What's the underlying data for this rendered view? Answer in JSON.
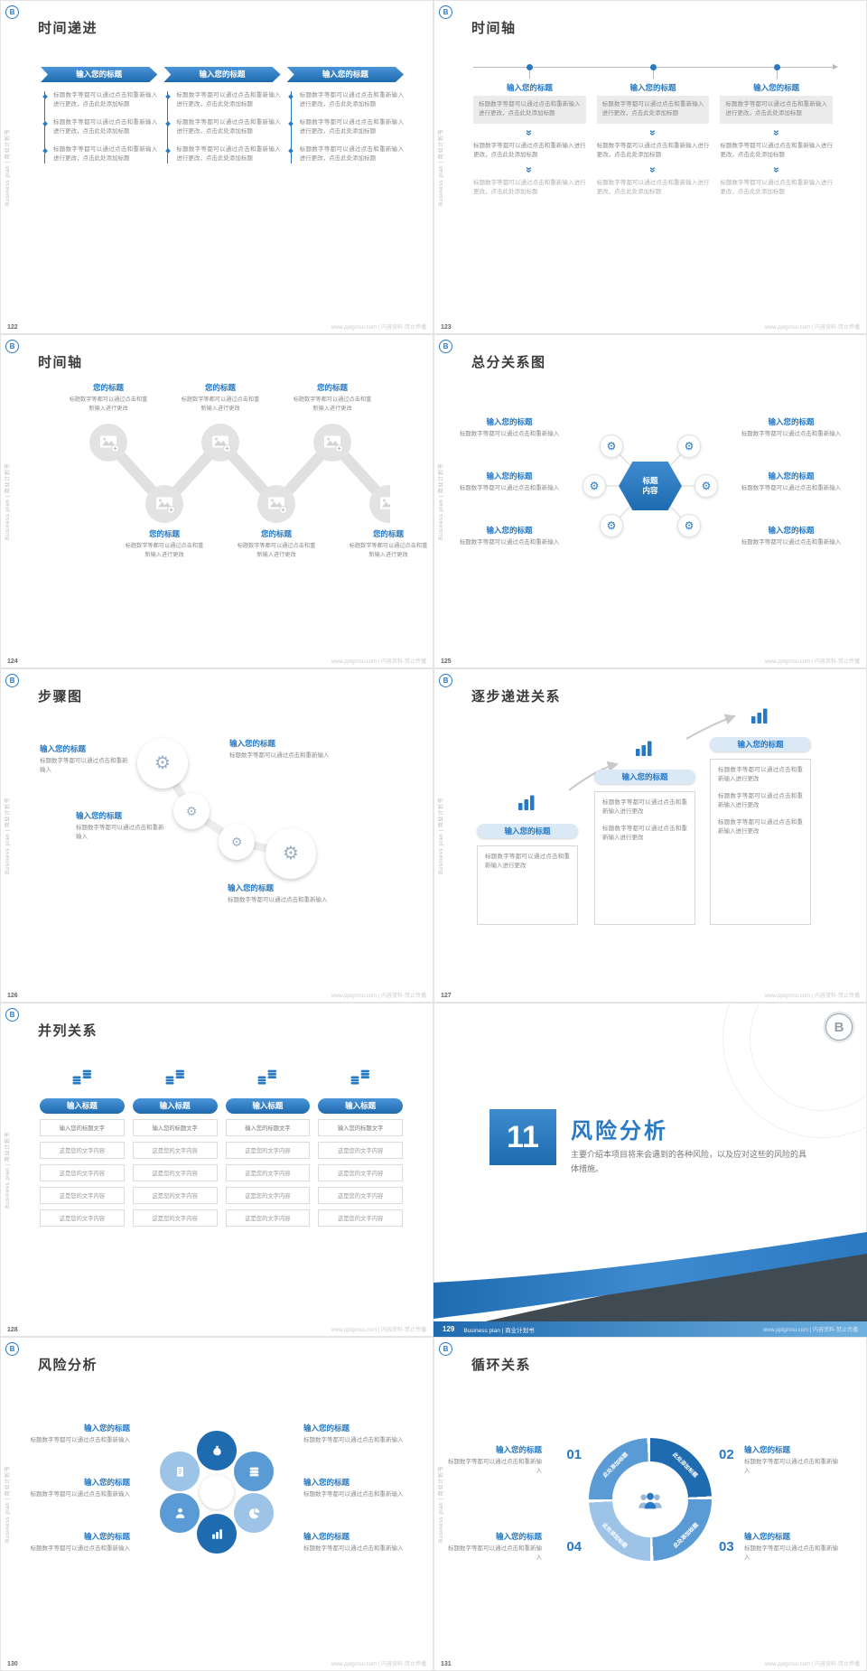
{
  "colors": {
    "accent": "#2779c4",
    "accent_dark": "#1f6bb0",
    "accent_mid": "#5b9bd5",
    "accent_light": "#9dc3e6",
    "swoosh_dark": "#3f4a53",
    "gray_line": "#b9b9b9",
    "gray_fill": "#ebebeb"
  },
  "icons": {
    "gear": "⚙",
    "double_chevron_down": "»"
  },
  "common": {
    "brand": "B",
    "side_caption": "Business plan | 商业计划书",
    "watermark": "www.pptgmsu.com | 内容资料·禁止传播",
    "heading": "输入您的标题",
    "heading_short": "输入标题",
    "heading_alt": "您的标题",
    "body_long": "标题数字等都可以通过点击和重新输入进行更改，点击此处添加标题",
    "body_change": "标题数字等都可以通过点击和重新输入进行更改",
    "body_short": "标题数字等都可以通过点击和重新输入"
  },
  "slides": {
    "s122": {
      "page": "122",
      "title": "时间递进"
    },
    "s123": {
      "page": "123",
      "title": "时间轴"
    },
    "s124": {
      "page": "124",
      "title": "时间轴"
    },
    "s125": {
      "page": "125",
      "title": "总分关系图",
      "center_label": "标题内容"
    },
    "s126": {
      "page": "126",
      "title": "步骤图"
    },
    "s127": {
      "page": "127",
      "title": "逐步递进关系"
    },
    "s128": {
      "page": "128",
      "title": "并列关系",
      "row_header": "输入您的标题文字",
      "row_body": "这是您的文字内容"
    },
    "s129": {
      "page": "129",
      "number": "11",
      "title": "风险分析",
      "subtitle": "主要介绍本项目将来会遇到的各种风险，以及应对这些的风险的具体措施。",
      "footer_caption": "Business plan | 商业计划书"
    },
    "s130": {
      "page": "130",
      "title": "风险分析"
    },
    "s131": {
      "page": "131",
      "title": "循环关系",
      "arc_label": "此处添加标题",
      "num01": "01",
      "num02": "02",
      "num03": "03",
      "num04": "04"
    }
  }
}
